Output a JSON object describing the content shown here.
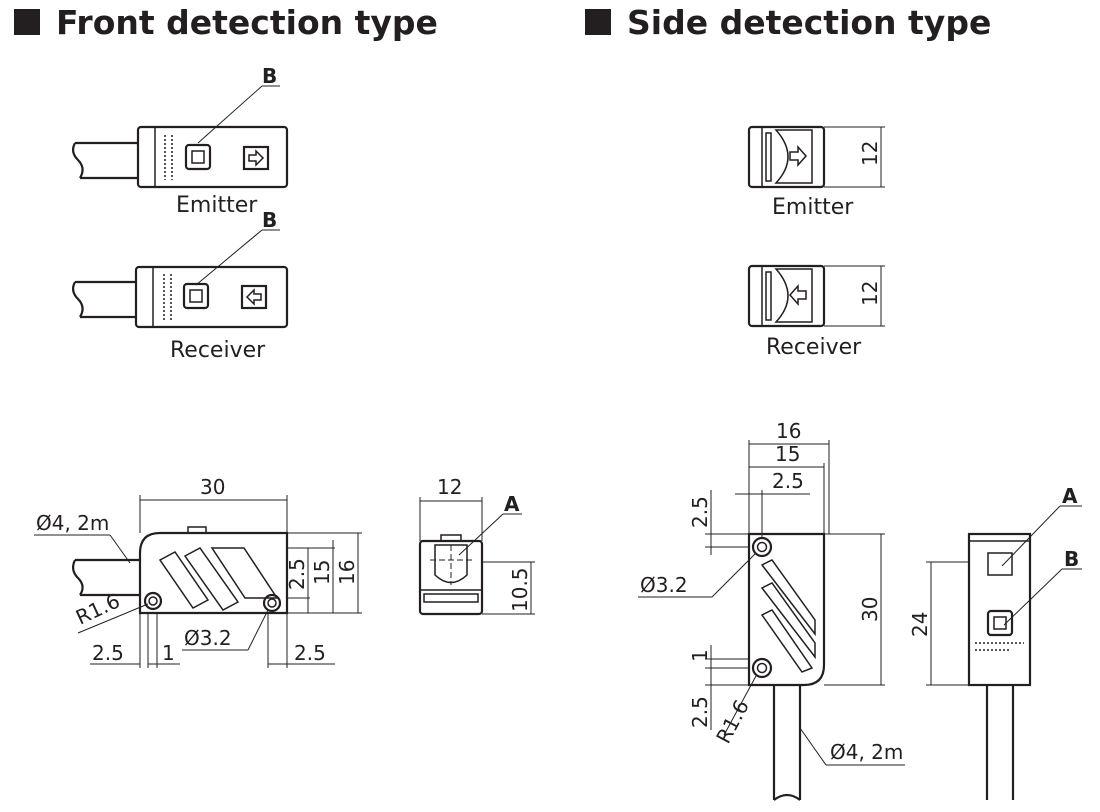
{
  "headings": {
    "front": "Front detection type",
    "side": "Side detection type"
  },
  "icons": [
    "square-bullet-icon",
    "emitter-arrow-icon",
    "receiver-arrow-icon"
  ],
  "front": {
    "callout_b1": "B",
    "callout_b2": "B",
    "emitter_label": "Emitter",
    "receiver_label": "Receiver",
    "dims": {
      "width_30": "30",
      "cable_dia": "Ø4, 2m",
      "radius": "R1.6",
      "hole_dia": "Ø3.2",
      "offset_left": "2.5",
      "gap_1": "1",
      "offset_right": "2.5",
      "hole_h": "2.5",
      "h15": "15",
      "h16": "16"
    },
    "end_view": {
      "width_12": "12",
      "callout_a": "A",
      "h105": "10.5"
    }
  },
  "side": {
    "emitter_label": "Emitter",
    "receiver_label": "Receiver",
    "h12_emitter": "12",
    "h12_receiver": "12",
    "dims": {
      "w16": "16",
      "w15": "15",
      "w25": "2.5",
      "top_25": "2.5",
      "hole_dia": "Ø3.2",
      "h30": "30",
      "gap_1": "1",
      "bottom_25": "2.5",
      "radius": "R1.6",
      "cable_dia": "Ø4, 2m"
    },
    "edge_view": {
      "callout_a": "A",
      "callout_b": "B",
      "h24": "24"
    }
  }
}
